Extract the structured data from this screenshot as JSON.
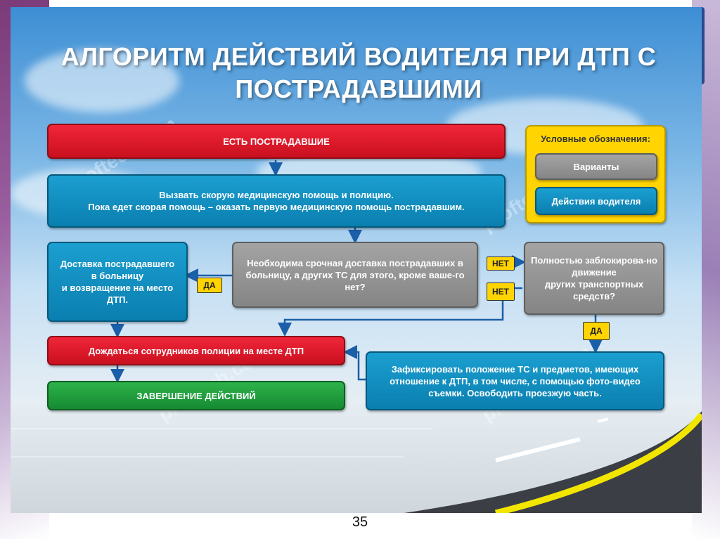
{
  "title": "АЛГОРИТМ ДЕЙСТВИЙ ВОДИТЕЛЯ ПРИ ДТП С ПОСТРАДАВШИМИ",
  "legend": {
    "title": "Условные обозначения:",
    "variants": "Варианты",
    "driver_actions": "Действия водителя"
  },
  "nodes": {
    "victims": "ЕСТЬ ПОСТРАДАВШИЕ",
    "call": "Вызвать скорую медицинскую помощь и полицию.\nПока едет скорая помощь – оказать первую медицинскую помощь пострадавшим.",
    "urgent": "Необходима срочная доставка пострадавших в больницу, а других ТС  для этого,  кроме ваше-го нет?",
    "delivery": "Доставка пострадавшего\nв больницу\nи возвращение на место\nДТП.",
    "blocked": "Полностью заблокирова-но движение\nдругих транспортных\nсредств?",
    "wait": "Дождаться сотрудников полиции на месте ДТП",
    "record": "Зафиксировать положение ТС и предметов, имеющих отношение к ДТП, в том числе, с помощью фото-видео съемки. Освободить проезжую часть.",
    "finish": "ЗАВЕРШЕНИЕ ДЕЙСТВИЙ"
  },
  "answers": {
    "yes_left": "ДА",
    "no_right": "НЕТ",
    "no_down": "НЕТ",
    "yes_down": "ДА"
  },
  "watermark": "proftech.com",
  "page_number": "35",
  "colors": {
    "red": "#e01a2c",
    "blue": "#1190c4",
    "grey": "#999999",
    "green": "#21a03e",
    "yellow": "#ffd400",
    "arrow": "#1b5fa8"
  }
}
